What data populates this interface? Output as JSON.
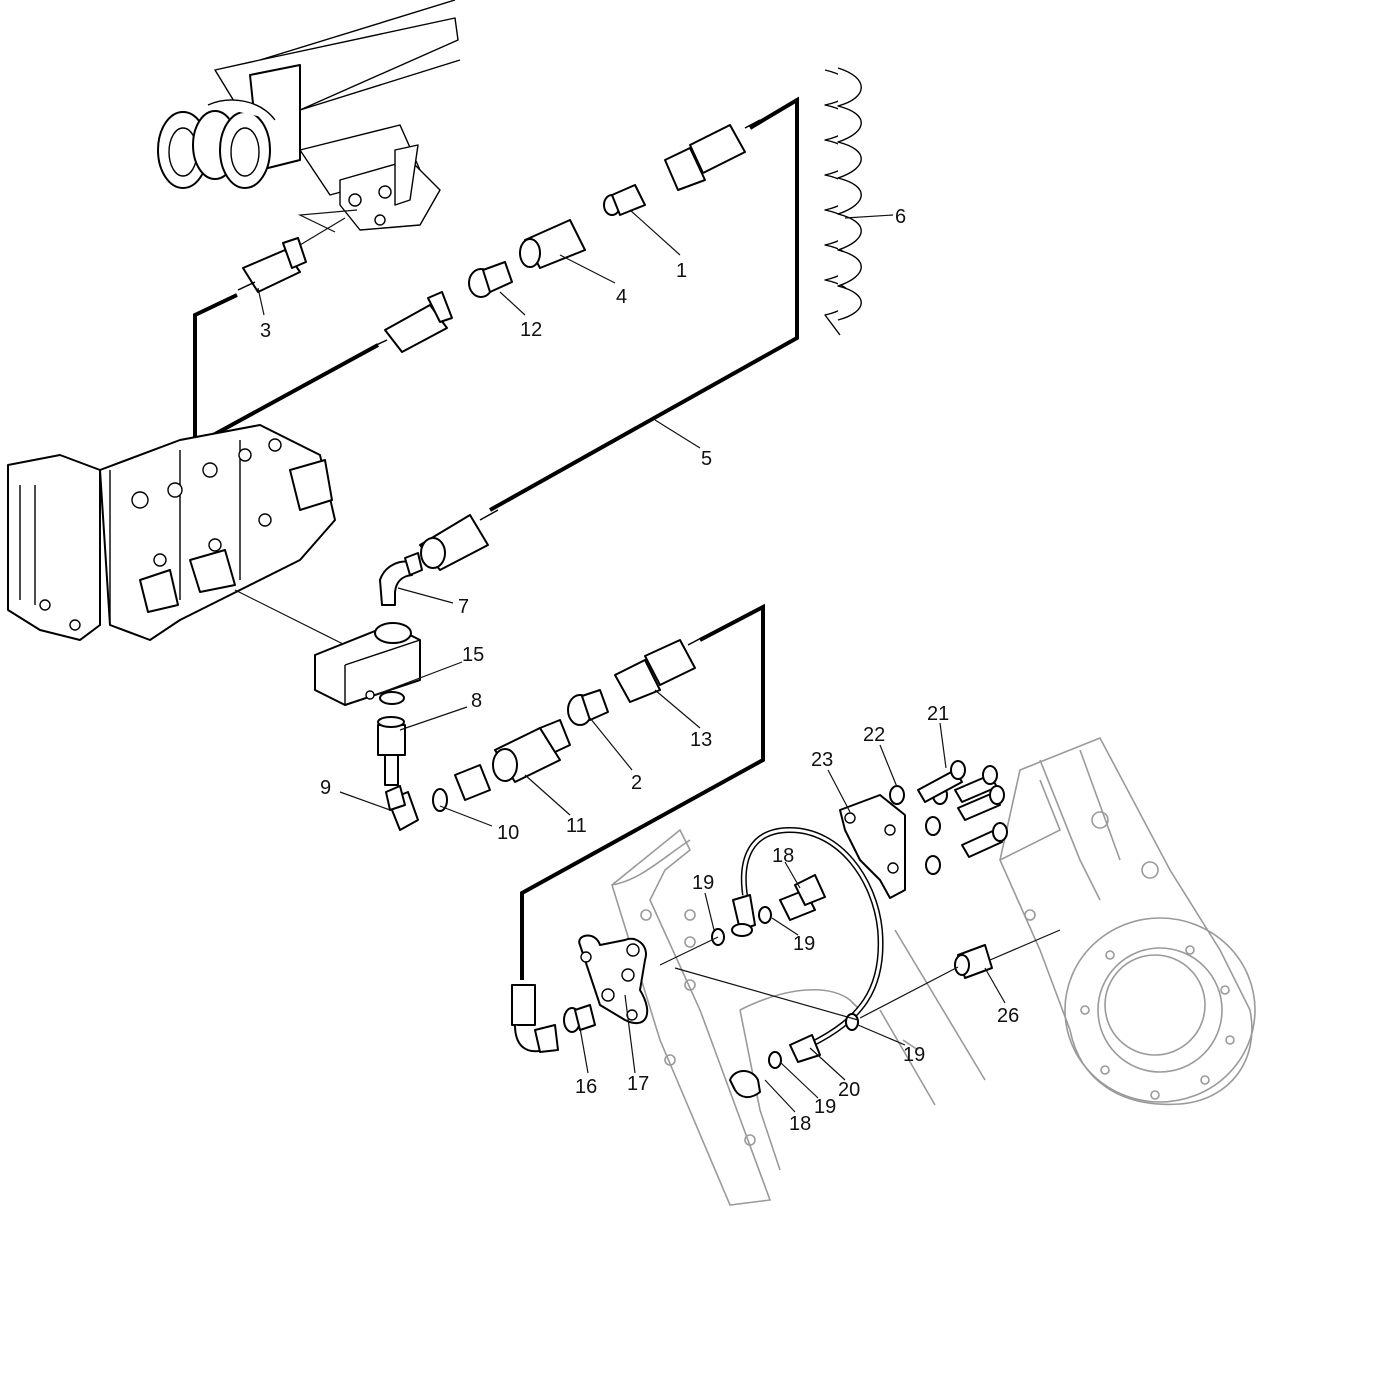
{
  "callouts": {
    "c1": "1",
    "c2": "2",
    "c3": "3",
    "c4": "4",
    "c5": "5",
    "c6": "6",
    "c7": "7",
    "c8": "8",
    "c9": "9",
    "c10": "10",
    "c11": "11",
    "c12": "12",
    "c13": "13",
    "c15": "15",
    "c16": "16",
    "c17": "17",
    "c18a": "18",
    "c18b": "18",
    "c19a": "19",
    "c19b": "19",
    "c19c": "19",
    "c19d": "19",
    "c20": "20",
    "c21": "21",
    "c22": "22",
    "c23": "23",
    "c26": "26"
  },
  "colors": {
    "line": "#000000",
    "ghost": "#9a9a9a",
    "background": "#ffffff"
  }
}
